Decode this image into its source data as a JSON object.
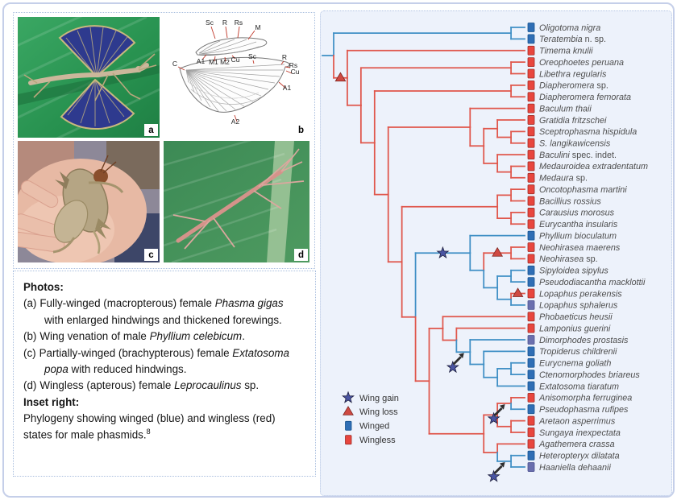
{
  "colors": {
    "winged": "#3f8fc5",
    "wingless": "#e0564b",
    "square_blue": "#2f6eb5",
    "square_red": "#e8463e",
    "square_purple": "#6a6fae",
    "square_blue_edge": "#17548f",
    "square_red_edge": "#a02c27",
    "square_purple_edge": "#4c5290",
    "star": "#4a55a2",
    "triangle": "#cf4a42",
    "arrow": "#2e2e2e",
    "label_text": "#4d4d4d",
    "legend_text": "#333333"
  },
  "photos": {
    "letters": [
      "a",
      "b",
      "c",
      "d"
    ],
    "wing_labels": [
      "Sc",
      "R",
      "Rs",
      "M",
      "A1",
      "M1",
      "M2",
      "Cu",
      "C",
      "Sc",
      "R",
      "Rs",
      "Cu",
      "A1",
      "A2"
    ]
  },
  "caption": {
    "heading": "Photos:",
    "items": [
      {
        "tag": "(a)",
        "parts": [
          {
            "t": "Fully-winged (macropterous) female "
          },
          {
            "t": "Phasma gigas",
            "i": true
          },
          {
            "t": " with enlarged hindwings and thickened forewings."
          }
        ]
      },
      {
        "tag": "(b)",
        "parts": [
          {
            "t": "Wing venation of male "
          },
          {
            "t": "Phyllium celebicum",
            "i": true
          },
          {
            "t": "."
          }
        ]
      },
      {
        "tag": "(c)",
        "parts": [
          {
            "t": "Partially-winged (brachypterous) female "
          },
          {
            "t": "Extatosoma popa",
            "i": true
          },
          {
            "t": " with reduced hindwings."
          }
        ]
      },
      {
        "tag": "(d)",
        "parts": [
          {
            "t": "Wingless (apterous) female "
          },
          {
            "t": "Leprocaulinus",
            "i": true
          },
          {
            "t": " sp."
          }
        ]
      }
    ],
    "inset_heading": "Inset right:",
    "inset_parts": [
      {
        "t": "Phylogeny showing winged (blue) and wingless (red) states for male phasmids."
      },
      {
        "t": "8",
        "sup": true
      }
    ]
  },
  "legend": {
    "items": [
      {
        "symbol": "star",
        "label": "Wing gain"
      },
      {
        "symbol": "triangle",
        "label": "Wing loss"
      },
      {
        "symbol": "square-blue",
        "label": "Winged"
      },
      {
        "symbol": "square-red",
        "label": "Wingless"
      }
    ]
  },
  "tree": {
    "c": "b",
    "ch": [
      {
        "c": "b",
        "ch": [
          {
            "n": "Oligotoma nigra",
            "c": "b",
            "sq": "blue"
          },
          {
            "n": "Teratembia",
            "sfx": " n. sp.",
            "c": "b",
            "sq": "blue"
          }
        ]
      },
      {
        "c": "r",
        "m": "loss",
        "ch": [
          {
            "n": "Timema knulii",
            "c": "r",
            "sq": "red"
          },
          {
            "c": "r",
            "ch": [
              {
                "c": "r",
                "ch": [
                  {
                    "n": "Oreophoetes peruana",
                    "c": "r",
                    "sq": "red"
                  },
                  {
                    "n": "Libethra regularis",
                    "c": "r",
                    "sq": "red"
                  }
                ]
              },
              {
                "c": "r",
                "ch": [
                  {
                    "c": "r",
                    "ch": [
                      {
                        "n": "Diapheromera",
                        "sfx": " sp.",
                        "c": "r",
                        "sq": "red"
                      },
                      {
                        "n": "Diapheromera femorata",
                        "c": "r",
                        "sq": "red"
                      }
                    ]
                  },
                  {
                    "c": "r",
                    "ch": [
                      {
                        "c": "r",
                        "ch": [
                          {
                            "n": "Baculum thaii",
                            "c": "r",
                            "sq": "red"
                          },
                          {
                            "c": "r",
                            "ch": [
                              {
                                "c": "r",
                                "ch": [
                                  {
                                    "n": "Gratidia fritzschei",
                                    "c": "r",
                                    "sq": "red"
                                  },
                                  {
                                    "c": "r",
                                    "ch": [
                                      {
                                        "n": "Sceptrophasma hispidula",
                                        "c": "r",
                                        "sq": "red"
                                      },
                                      {
                                        "n": "S. langikawicensis",
                                        "c": "r",
                                        "sq": "red"
                                      }
                                    ]
                                  }
                                ]
                              },
                              {
                                "c": "r",
                                "ch": [
                                  {
                                    "n": "Baculini",
                                    "sfx": " spec. indet.",
                                    "c": "r",
                                    "sq": "red"
                                  },
                                  {
                                    "c": "r",
                                    "ch": [
                                      {
                                        "n": "Medauroidea extradentatum",
                                        "c": "r",
                                        "sq": "red"
                                      },
                                      {
                                        "n": "Medaura",
                                        "sfx": " sp.",
                                        "c": "r",
                                        "sq": "red"
                                      }
                                    ]
                                  }
                                ]
                              }
                            ]
                          }
                        ]
                      },
                      {
                        "c": "r",
                        "ch": [
                          {
                            "c": "r",
                            "ch": [
                              {
                                "c": "r",
                                "ch": [
                                  {
                                    "n": "Oncotophasma martini",
                                    "c": "r",
                                    "sq": "red"
                                  },
                                  {
                                    "n": "Bacillius rossius",
                                    "c": "r",
                                    "sq": "red"
                                  }
                                ]
                              },
                              {
                                "c": "r",
                                "ch": [
                                  {
                                    "n": "Carausius morosus",
                                    "c": "r",
                                    "sq": "red"
                                  },
                                  {
                                    "n": "Eurycantha insularis",
                                    "c": "r",
                                    "sq": "red"
                                  }
                                ]
                              }
                            ]
                          },
                          {
                            "c": "r",
                            "ch": [
                              {
                                "c": "b",
                                "m": "gain",
                                "ch": [
                                  {
                                    "n": "Phyllium bioculatum",
                                    "c": "b",
                                    "sq": "blue"
                                  },
                                  {
                                    "c": "b",
                                    "ch": [
                                      {
                                        "c": "r",
                                        "m": "loss",
                                        "ch": [
                                          {
                                            "n": "Neohirasea maerens",
                                            "c": "r",
                                            "sq": "red"
                                          },
                                          {
                                            "n": "Neohirasea",
                                            "sfx": " sp.",
                                            "c": "r",
                                            "sq": "red"
                                          }
                                        ]
                                      },
                                      {
                                        "c": "b",
                                        "ch": [
                                          {
                                            "c": "b",
                                            "ch": [
                                              {
                                                "n": "Sipyloidea sipylus",
                                                "c": "b",
                                                "sq": "blue"
                                              },
                                              {
                                                "n": "Pseudodiacantha macklottii",
                                                "c": "b",
                                                "sq": "blue"
                                              }
                                            ]
                                          },
                                          {
                                            "c": "b",
                                            "ch": [
                                              {
                                                "n": "Lopaphus perakensis",
                                                "c": "r",
                                                "m": "loss",
                                                "sq": "red"
                                              },
                                              {
                                                "n": "Lopaphus sphalerus",
                                                "c": "b",
                                                "sq": "purple"
                                              }
                                            ]
                                          }
                                        ]
                                      }
                                    ]
                                  }
                                ]
                              },
                              {
                                "c": "r",
                                "ch": [
                                  {
                                    "c": "r",
                                    "ch": [
                                      {
                                        "n": "Phobaeticus heusii",
                                        "c": "r",
                                        "sq": "red"
                                      },
                                      {
                                        "c": "r",
                                        "ch": [
                                          {
                                            "n": "Lamponius guerini",
                                            "c": "r",
                                            "sq": "red"
                                          },
                                          {
                                            "c": "b",
                                            "m": "gainArrow",
                                            "ch": [
                                              {
                                                "n": "Dimorphodes prostasis",
                                                "c": "b",
                                                "sq": "purple"
                                              },
                                              {
                                                "c": "b",
                                                "ch": [
                                                  {
                                                    "n": "Tropiderus childrenii",
                                                    "c": "b",
                                                    "sq": "blue"
                                                  },
                                                  {
                                                    "c": "b",
                                                    "ch": [
                                                      {
                                                        "c": "b",
                                                        "ch": [
                                                          {
                                                            "n": "Eurycnema goliath",
                                                            "c": "b",
                                                            "sq": "blue"
                                                          },
                                                          {
                                                            "n": "Ctenomorphodes briareus",
                                                            "c": "b",
                                                            "sq": "blue"
                                                          }
                                                        ]
                                                      },
                                                      {
                                                        "n": "Extatosoma tiaratum",
                                                        "c": "b",
                                                        "sq": "blue"
                                                      }
                                                    ]
                                                  }
                                                ]
                                              }
                                            ]
                                          }
                                        ]
                                      }
                                    ]
                                  },
                                  {
                                    "c": "r",
                                    "ch": [
                                      {
                                        "c": "r",
                                        "ch": [
                                          {
                                            "c": "r",
                                            "m": "gainArrow",
                                            "ch": [
                                              {
                                                "n": "Anisomorpha ferruginea",
                                                "c": "r",
                                                "sq": "red"
                                              },
                                              {
                                                "n": "Pseudophasma rufipes",
                                                "c": "b",
                                                "sq": "blue"
                                              }
                                            ]
                                          },
                                          {
                                            "c": "r",
                                            "ch": [
                                              {
                                                "n": "Aretaon asperrimus",
                                                "c": "r",
                                                "sq": "red"
                                              },
                                              {
                                                "n": "Sungaya inexpectata",
                                                "c": "r",
                                                "sq": "red"
                                              }
                                            ]
                                          }
                                        ]
                                      },
                                      {
                                        "c": "r",
                                        "ch": [
                                          {
                                            "n": "Agathemera crassa",
                                            "c": "r",
                                            "sq": "red"
                                          },
                                          {
                                            "c": "b",
                                            "m": "gainArrow",
                                            "ch": [
                                              {
                                                "n": "Heteropteryx dilatata",
                                                "c": "b",
                                                "sq": "blue"
                                              },
                                              {
                                                "n": "Haaniella dehaanii",
                                                "c": "b",
                                                "sq": "purple"
                                              }
                                            ]
                                          }
                                        ]
                                      }
                                    ]
                                  }
                                ]
                              }
                            ]
                          }
                        ]
                      }
                    ]
                  }
                ]
              }
            ]
          }
        ]
      }
    ]
  }
}
